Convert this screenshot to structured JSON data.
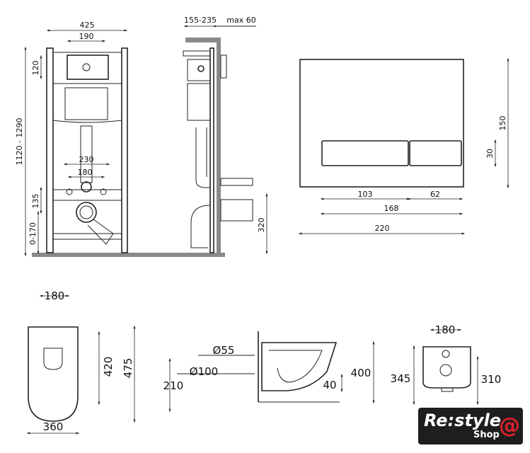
{
  "installation_frame_front": {
    "width": "425",
    "panel_width": "190",
    "panel_height": "120",
    "height_range": "1120 - 1290",
    "inlet_spacing": "230",
    "bolt_spacing": "180",
    "outlet_offset": "135",
    "floor_adjust": "0-170"
  },
  "installation_frame_side": {
    "depth_range": "155-235",
    "wall_max": "max 60",
    "outlet_height": "320"
  },
  "flush_plate": {
    "height": "150",
    "button_height": "30",
    "left_button": "103",
    "right_button": "62",
    "buttons_total": "168",
    "width": "220"
  },
  "toilet_top": {
    "bolt_spacing": "180",
    "length_to_bolts": "420",
    "length": "475",
    "width": "360"
  },
  "toilet_side": {
    "inlet_diameter": "Ø55",
    "outlet_diameter": "Ø100",
    "outlet_height": "210",
    "lip_height": "40",
    "height": "400"
  },
  "toilet_rear": {
    "bolt_spacing": "180",
    "top_height": "345",
    "bolt_height": "310"
  },
  "logo": {
    "brand": "Re:style",
    "sub": "Shop",
    "accent": "#e0202a"
  }
}
